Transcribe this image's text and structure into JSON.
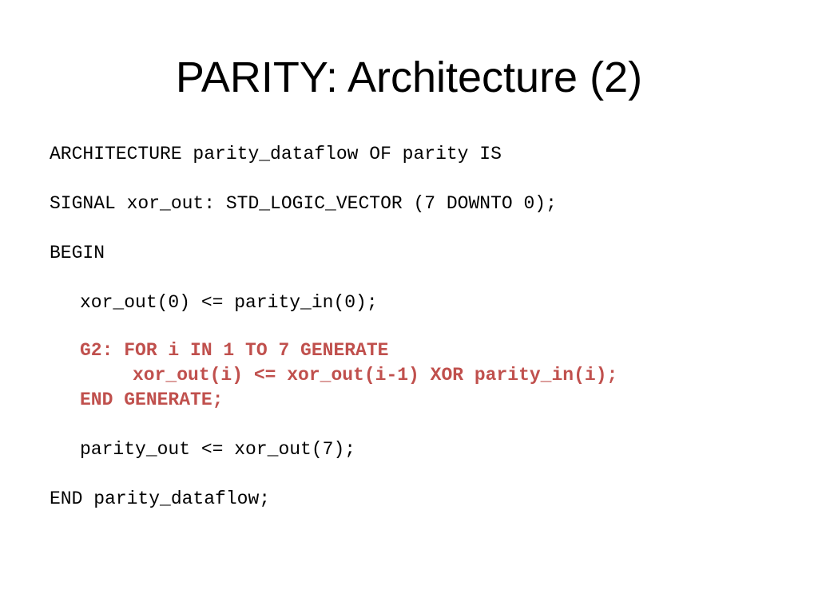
{
  "slide": {
    "title": "PARITY: Architecture (2)",
    "code": {
      "architecture_header": "ARCHITECTURE parity_dataflow OF parity IS",
      "signal_decl": "SIGNAL xor_out: STD_LOGIC_VECTOR (7 DOWNTO 0);",
      "begin_kw": "BEGIN",
      "assign_first": "xor_out(0) <= parity_in(0);",
      "generate_header": "G2: FOR i IN 1 TO 7 GENERATE",
      "generate_body": "xor_out(i) <= xor_out(i-1) XOR parity_in(i);",
      "generate_end": "END GENERATE;",
      "assign_out": "parity_out <= xor_out(7);",
      "end_arch": "END parity_dataflow;"
    },
    "colors": {
      "highlight": "#c0504d",
      "text": "#000000",
      "background": "#ffffff"
    }
  }
}
